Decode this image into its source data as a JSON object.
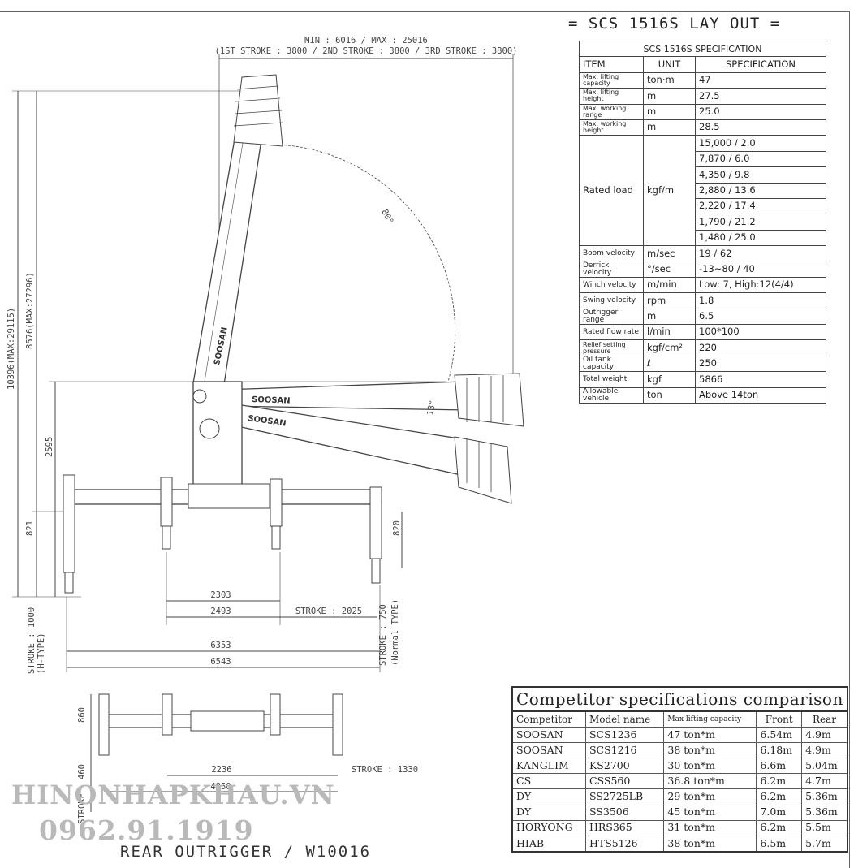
{
  "title": "= SCS 1516S LAY OUT =",
  "spec_table": {
    "caption": "SCS 1516S SPECIFICATION",
    "headers": [
      "ITEM",
      "UNIT",
      "SPECIFICATION"
    ],
    "rows": [
      {
        "item": "Max. lifting capacity",
        "unit": "ton·m",
        "value": "47"
      },
      {
        "item": "Max. lifting height",
        "unit": "m",
        "value": "27.5"
      },
      {
        "item": "Max. working range",
        "unit": "m",
        "value": "25.0"
      },
      {
        "item": "Max. working height",
        "unit": "m",
        "value": "28.5"
      }
    ],
    "rated_load": {
      "item": "Rated load",
      "unit": "kgf/m",
      "values": [
        "15,000 / 2.0",
        "7,870 / 6.0",
        "4,350 / 9.8",
        "2,880 / 13.6",
        "2,220 / 17.4",
        "1,790 / 21.2",
        "1,480 / 25.0"
      ]
    },
    "rows2": [
      {
        "item": "Boom velocity",
        "unit": "m/sec",
        "value": "19 / 62"
      },
      {
        "item": "Derrick velocity",
        "unit": "°/sec",
        "value": "-13~80 / 40"
      },
      {
        "item": "Winch velocity",
        "unit": "m/min",
        "value": "Low: 7, High:12(4/4)"
      },
      {
        "item": "Swing velocity",
        "unit": "rpm",
        "value": "1.8"
      },
      {
        "item": "Outrigger range",
        "unit": "m",
        "value": "6.5"
      },
      {
        "item": "Rated flow rate",
        "unit": "l/min",
        "value": "100*100"
      },
      {
        "item": "Relief setting pressure",
        "unit": "kgf/cm²",
        "value": "220"
      },
      {
        "item": "Oil tank capacity",
        "unit": "ℓ",
        "value": "250"
      },
      {
        "item": "Total weight",
        "unit": "kgf",
        "value": "5866"
      },
      {
        "item": "Allowable vehicle",
        "unit": "ton",
        "value": "Above 14ton"
      }
    ]
  },
  "comparison": {
    "title": "Competitor specifications comparison",
    "headers": [
      "Competitor",
      "Model name",
      "Max lifting capacity",
      "Front",
      "Rear"
    ],
    "rows": [
      [
        "SOOSAN",
        "SCS1236",
        "47 ton*m",
        "6.54m",
        "4.9m"
      ],
      [
        "SOOSAN",
        "SCS1216",
        "38 ton*m",
        "6.18m",
        "4.9m"
      ],
      [
        "KANGLIM",
        "KS2700",
        "30 ton*m",
        "6.6m",
        "5.04m"
      ],
      [
        "CS",
        "CSS560",
        "36.8 ton*m",
        "6.2m",
        "4.7m"
      ],
      [
        "DY",
        "SS2725LB",
        "29 ton*m",
        "6.2m",
        "5.36m"
      ],
      [
        "DY",
        "SS3506",
        "45 ton*m",
        "7.0m",
        "5.36m"
      ],
      [
        "HORYONG",
        "HRS365",
        "31 ton*m",
        "6.2m",
        "5.5m"
      ],
      [
        "HIAB",
        "HTS5126",
        "38 ton*m",
        "6.5m",
        "5.7m"
      ]
    ]
  },
  "drawing": {
    "top_dim_line1": "MIN : 6016 / MAX : 25016",
    "top_dim_line2": "(1ST STROKE : 3800 / 2ND STROKE : 3800 / 3RD STROKE : 3800)",
    "height_max": "10396(MAX:29115)",
    "height_boom": "8576(MAX:27296)",
    "dim_2595": "2595",
    "dim_821": "821",
    "dim_820": "820",
    "dim_2303": "2303",
    "dim_2493": "2493",
    "stroke_2025": "STROKE : 2025",
    "dim_6353": "6353",
    "dim_6543": "6543",
    "stroke_left": "STROKE : 1000",
    "stroke_left_type": "(H-TYPE)",
    "stroke_right": "STROKE : 750",
    "stroke_right_type": "(Normal TYPE)",
    "angle_80": "80°",
    "angle_13": "13°",
    "brand": "SOOSAN",
    "rear_860": "860",
    "rear_460": "460",
    "rear_2236": "2236",
    "rear_stroke": "STROKE : 1330",
    "rear_4850": "4850",
    "rear_stroke_left": "STROKE",
    "rear_label": "REAR OUTRIGGER / W10016"
  },
  "watermark": {
    "site": "HINONHAPKHAU.VN",
    "phone": "0962.91.1919"
  }
}
